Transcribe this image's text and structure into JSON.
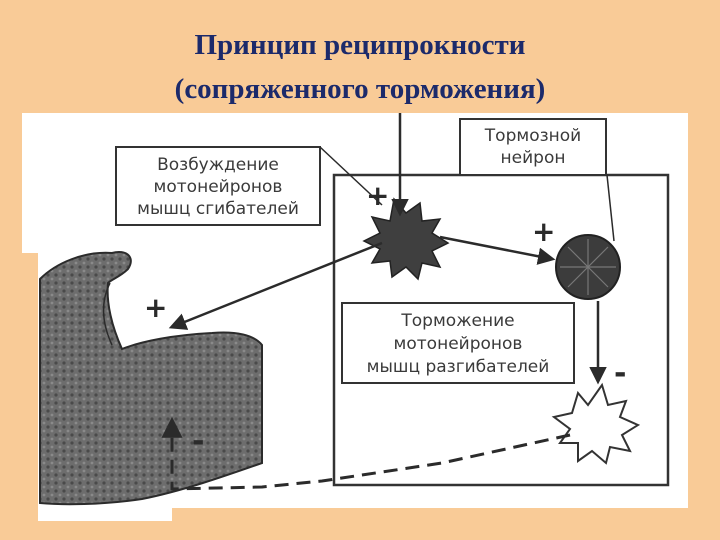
{
  "title": {
    "line1": "Принцип реципрокности",
    "line2": "(сопряженного торможения)"
  },
  "diagram": {
    "label_inhibitory_neuron": [
      "Тормозной",
      "нейрон"
    ],
    "label_excitation": [
      "Возбуждение",
      "мотонейронов",
      "мышц сгибателей"
    ],
    "label_inhibition": [
      "Торможение",
      "мотонейронов",
      "мышц разгибателей"
    ],
    "sign_plus": "+",
    "sign_minus": "-"
  },
  "colors": {
    "background": "#F9CB97",
    "title_text": "#1c2a6b",
    "figure_bg": "#ffffff",
    "ink": "#2b2b2b"
  }
}
